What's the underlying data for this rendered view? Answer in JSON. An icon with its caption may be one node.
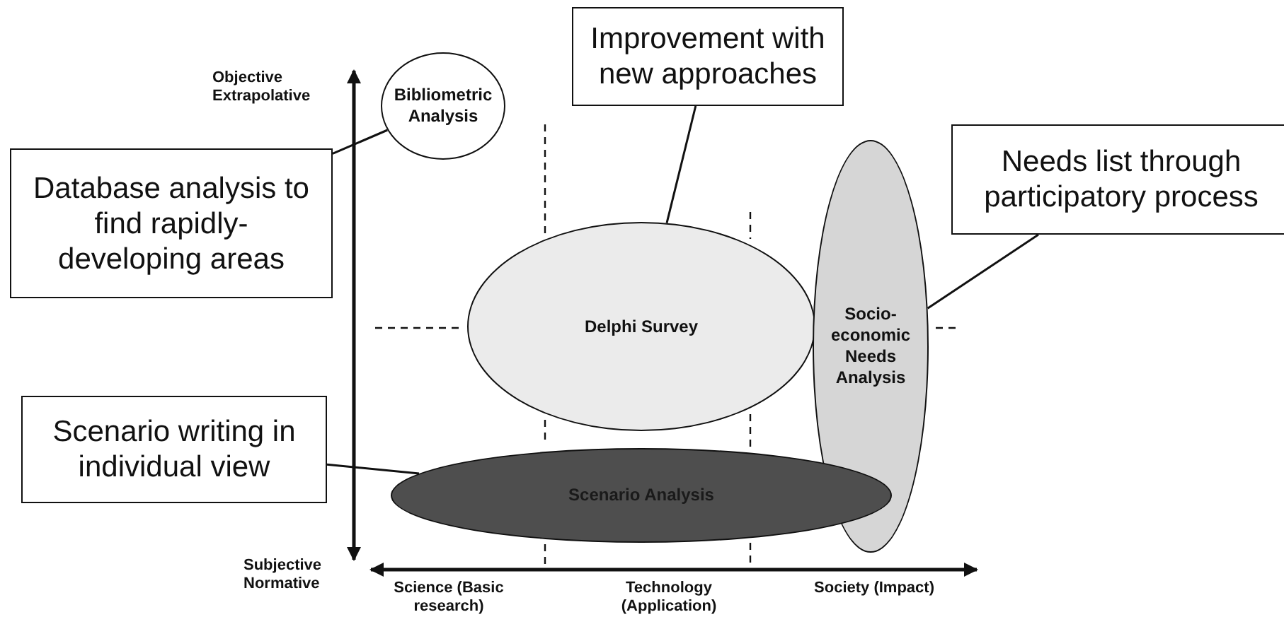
{
  "diagram": {
    "nodes": [
      {
        "text": [
          "Bibliometric Analysis"
        ]
      },
      {
        "text": [
          "Delphi Survey"
        ]
      },
      {
        "text": [
          "Socio-economic Needs Analysis"
        ]
      },
      {
        "text": [
          "Scenario Analysis"
        ]
      },
      {
        "text": [
          "Database analysis to find rapidly-developing areas"
        ]
      },
      {
        "text": [
          "Improvement with new approaches"
        ]
      },
      {
        "text": [
          "Needs list through participatory process"
        ]
      },
      {
        "text": [
          "Scenario writing in individual view"
        ]
      }
    ],
    "edges": [
      {
        "from": 4,
        "to": 0,
        "arrow": "none"
      },
      {
        "from": 5,
        "to": 1,
        "arrow": "none"
      },
      {
        "from": 6,
        "to": 2,
        "arrow": "none"
      },
      {
        "from": 7,
        "to": 3,
        "arrow": "none"
      }
    ],
    "labels": [
      "Objective Extrapolative",
      "Subjective Normative",
      "Science (Basic research)",
      "Technology (Application)",
      "Society (Impact)"
    ]
  }
}
